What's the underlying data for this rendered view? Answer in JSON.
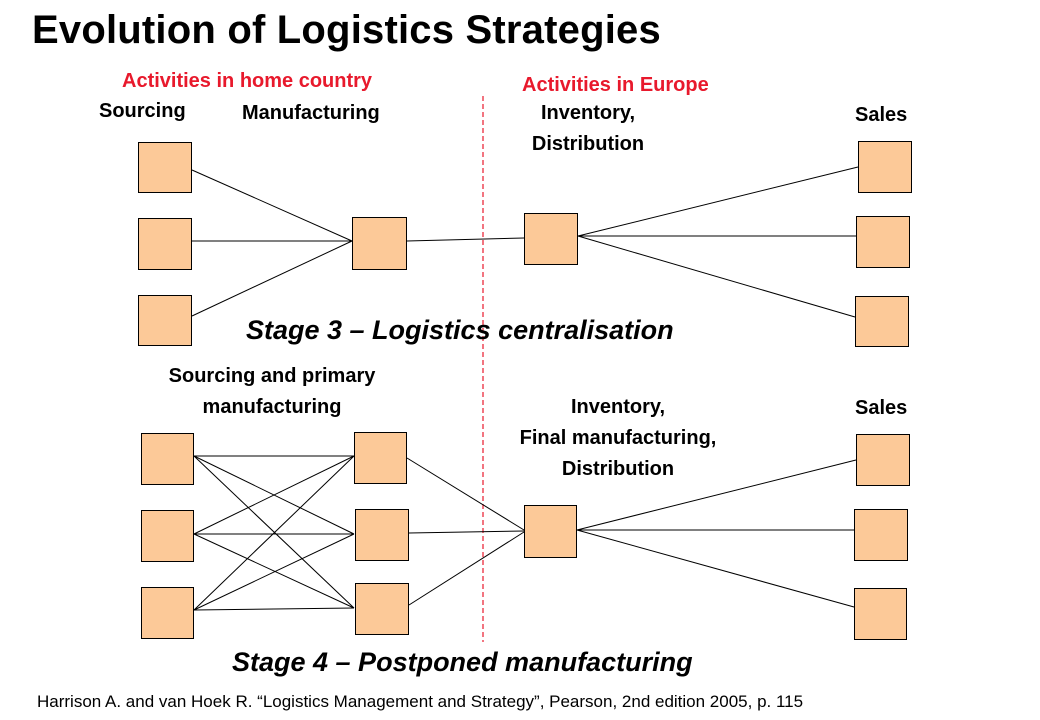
{
  "title": "Evolution of Logistics Strategies",
  "headers": {
    "home_country": "Activities in home country",
    "europe": "Activities in Europe"
  },
  "stage3": {
    "sourcing": "Sourcing",
    "manufacturing": "Manufacturing",
    "inventory_line1": "Inventory,",
    "inventory_line2": "Distribution",
    "sales": "Sales",
    "caption": "Stage 3 – Logistics centralisation"
  },
  "stage4": {
    "sourcing_line1": "Sourcing and primary",
    "sourcing_line2": "manufacturing",
    "inventory_line1": "Inventory,",
    "inventory_line2": "Final manufacturing,",
    "inventory_line3": "Distribution",
    "sales": "Sales",
    "caption": "Stage 4 – Postponed manufacturing"
  },
  "citation": "Harrison A. and van Hoek R. “Logistics Management and Strategy”, Pearson, 2nd edition 2005, p. 115",
  "colors": {
    "node_fill": "#fcc998",
    "header_red": "#e8192c",
    "divider": "#e8192c"
  }
}
